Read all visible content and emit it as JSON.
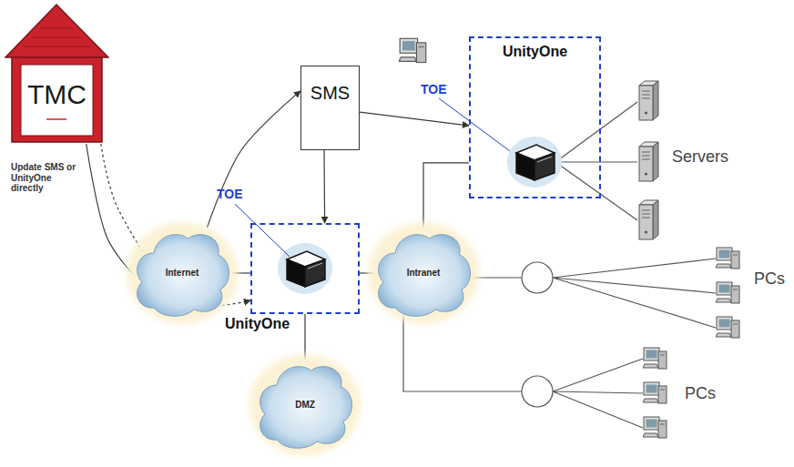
{
  "diagram": {
    "nodes": [
      {
        "text": [
          "TMC"
        ]
      },
      {
        "text": [
          "SMS"
        ]
      },
      {
        "text": [
          "UnityOne"
        ]
      },
      {
        "text": [
          "Internet"
        ]
      },
      {
        "text": [
          "UnityOne"
        ]
      },
      {
        "text": [
          "Intranet"
        ]
      },
      {
        "text": [
          "DMZ"
        ]
      }
    ],
    "edges": [
      {
        "from": 0,
        "to": 3,
        "arrow": "none"
      },
      {
        "from": 3,
        "to": 1,
        "arrow": "to"
      },
      {
        "from": 1,
        "to": 4,
        "arrow": "to"
      },
      {
        "from": 1,
        "to": 2,
        "arrow": "to"
      },
      {
        "from": 3,
        "to": 4,
        "arrow": "none"
      },
      {
        "from": 4,
        "to": 5,
        "arrow": "none"
      },
      {
        "from": 4,
        "to": 6,
        "arrow": "none"
      },
      {
        "from": 5,
        "to": 2,
        "arrow": "none"
      },
      {
        "from": 0,
        "to": 4,
        "arrow": "to"
      }
    ],
    "labels": [
      "TOE",
      "Servers",
      "Update SMS or UnityOne directly",
      "TOE",
      "PCs",
      "PCs"
    ]
  }
}
